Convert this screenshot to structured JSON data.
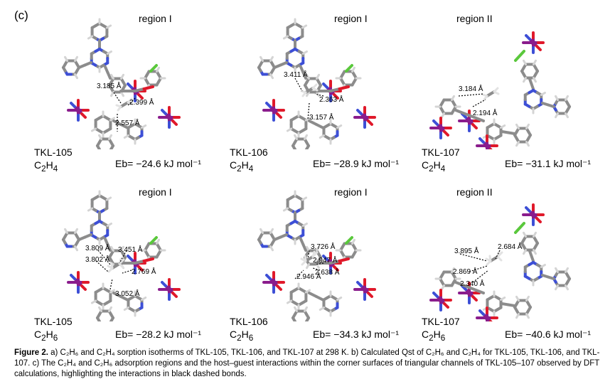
{
  "panel_label": "(c)",
  "panels": [
    {
      "region": "region I",
      "name": "TKL-105",
      "formula_base": "C",
      "formula_sub1": "2",
      "formula_mid": "H",
      "formula_sub2": "4",
      "energy": "Eb= −24.6 kJ mol⁻¹",
      "distances": [
        "3.185 Å",
        "2.399 Å",
        "2.557 Å"
      ]
    },
    {
      "region": "region I",
      "name": "TKL-106",
      "formula_base": "C",
      "formula_sub1": "2",
      "formula_mid": "H",
      "formula_sub2": "4",
      "energy": "Eb= −28.9 kJ mol⁻¹",
      "distances": [
        "3.411 Å",
        "2.363 Å",
        "3.157 Å"
      ]
    },
    {
      "region": "region II",
      "name": "TKL-107",
      "formula_base": "C",
      "formula_sub1": "2",
      "formula_mid": "H",
      "formula_sub2": "4",
      "energy": "Eb= −31.1 kJ mol⁻¹",
      "distances": [
        "3.184 Å",
        "2.194 Å"
      ]
    },
    {
      "region": "region I",
      "name": "TKL-105",
      "formula_base": "C",
      "formula_sub1": "2",
      "formula_mid": "H",
      "formula_sub2": "6",
      "energy": "Eb= −28.2 kJ mol⁻¹",
      "distances": [
        "3.809 Å",
        "3.451 Å",
        "3.802 Å",
        "2.769 Å",
        "3.052 Å"
      ]
    },
    {
      "region": "region I",
      "name": "TKL-106",
      "formula_base": "C",
      "formula_sub1": "2",
      "formula_mid": "H",
      "formula_sub2": "6",
      "energy": "Eb= −34.3 kJ mol⁻¹",
      "distances": [
        "3.726 Å",
        "2.947 Å",
        "2.638 Å",
        "2.946 Å"
      ]
    },
    {
      "region": "region II",
      "name": "TKL-107",
      "formula_base": "C",
      "formula_sub1": "2",
      "formula_mid": "H",
      "formula_sub2": "6",
      "energy": "Eb= −40.6 kJ mol⁻¹",
      "distances": [
        "3.895 Å",
        "2.684 Å",
        "2.869 Å",
        "2.340 Å"
      ]
    }
  ],
  "caption": {
    "label": "Figure 2.",
    "text": " a) C₂H₆ and C₂H₄ sorption isotherms of TKL-105, TKL-106, and TKL-107 at 298 K. b) Calculated Qst of C₂H₆ and C₂H₄ for TKL-105, TKL-106, and TKL-107. c) The C₂H₄ and C₂H₆ adsorption regions and the host–guest interactions within the corner surfaces of triangular channels of TKL-105–107 observed by DFT calculations, highlighting the interactions in black dashed bonds."
  },
  "colors": {
    "carbon": "#8c8c8c",
    "nitrogen": "#3d4fd6",
    "oxygen": "#e0192a",
    "metal": "#8a1c8c",
    "fluorine": "#5ac83c",
    "hydrogen": "#e8e8e8"
  }
}
